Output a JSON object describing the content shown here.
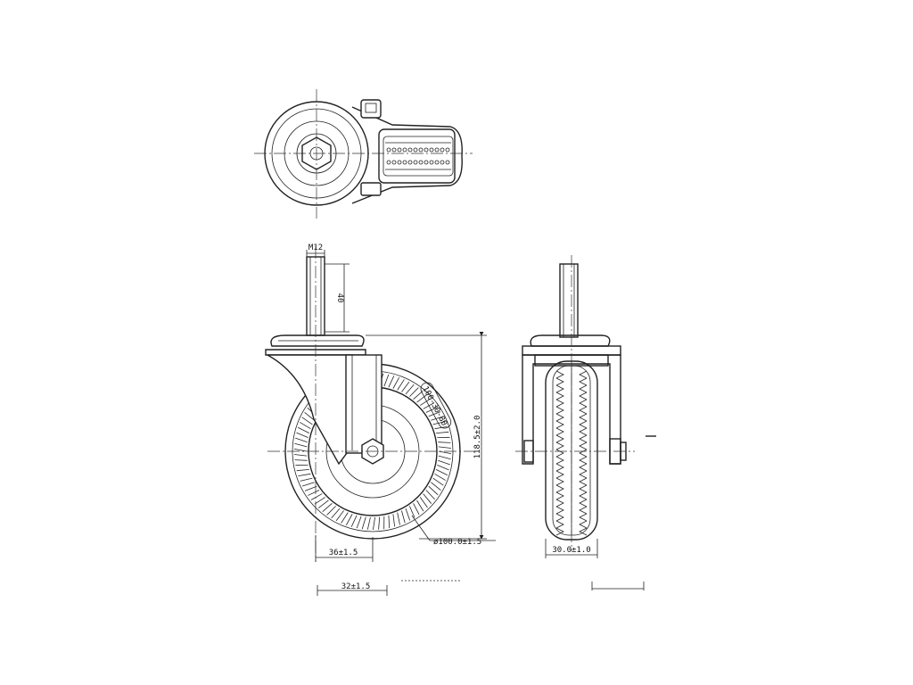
{
  "drawing": {
    "labels": {
      "thread": "M12",
      "stem_length": "40",
      "height": "118.5±2.0",
      "offset": "36±1.5",
      "diameter": "ø100.0±1.5",
      "tire_width": "30.0±1.0",
      "plate_offset": "32±1.5",
      "tire_marking": "100-30-80"
    }
  }
}
